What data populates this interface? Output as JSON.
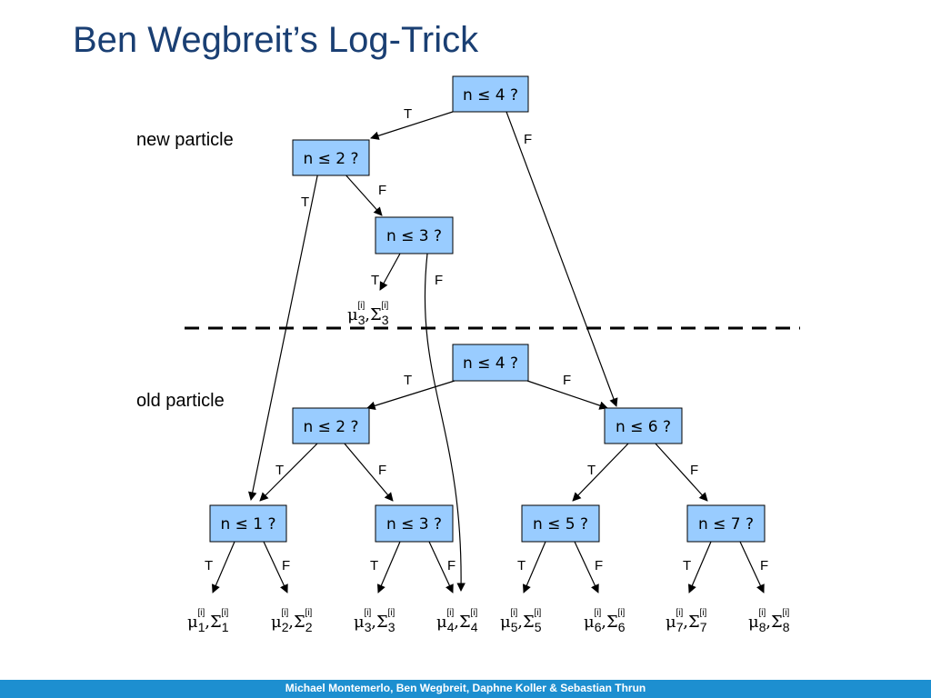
{
  "title": "Ben Wegbreit’s Log-Trick",
  "labels": {
    "new_particle": "new particle",
    "old_particle": "old particle"
  },
  "footer": "Michael Montemerlo, Ben Wegbreit, Daphne Koller & Sebastian Thrun",
  "colors": {
    "node_fill": "#99ccff",
    "title": "#1a3f73",
    "footer_bar": "#1d8fd0"
  },
  "nodes": {
    "new_root": "n ≤ 4 ?",
    "new_n2": "n ≤ 2 ?",
    "new_n3": "n ≤ 3 ?",
    "old_root": "n ≤ 4 ?",
    "old_n2": "n ≤ 2 ?",
    "old_n6": "n ≤ 6 ?",
    "old_n1": "n ≤ 1 ?",
    "old_n3": "n ≤ 3 ?",
    "old_n5": "n ≤ 5 ?",
    "old_n7": "n ≤ 7 ?"
  },
  "branch": {
    "t": "T",
    "f": "F"
  },
  "leaves": [
    {
      "id": "new_leaf3",
      "index": "3",
      "superscript": "[i]"
    },
    {
      "id": "leaf1",
      "index": "1",
      "superscript": "[i]"
    },
    {
      "id": "leaf2",
      "index": "2",
      "superscript": "[i]"
    },
    {
      "id": "leaf3",
      "index": "3",
      "superscript": "[i]"
    },
    {
      "id": "leaf4",
      "index": "4",
      "superscript": "[i]"
    },
    {
      "id": "leaf5",
      "index": "5",
      "superscript": "[i]"
    },
    {
      "id": "leaf6",
      "index": "6",
      "superscript": "[i]"
    },
    {
      "id": "leaf7",
      "index": "7",
      "superscript": "[i]"
    },
    {
      "id": "leaf8",
      "index": "8",
      "superscript": "[i]"
    }
  ],
  "symbols": {
    "mu": "μ",
    "sigma": "Σ",
    "comma": ","
  }
}
